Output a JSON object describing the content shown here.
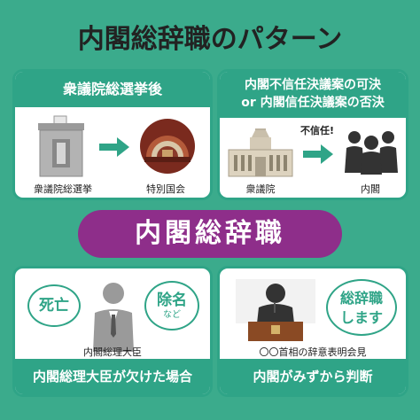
{
  "title": "内閣総辞職のパターン",
  "center_label": "内閣総辞職",
  "panels": {
    "top_left": {
      "heading": "衆議院総選挙後",
      "left_caption": "衆議院総選挙",
      "right_caption": "特別国会"
    },
    "top_right": {
      "heading_line1": "内閣不信任決議案の可決",
      "heading_line2": "or 内閣信任決議案の否決",
      "left_caption": "衆議院",
      "arrow_label": "不信任!",
      "right_caption": "内閣"
    },
    "bottom_left": {
      "bubble_left": "死亡",
      "bubble_right": "除名",
      "bubble_right_small": "など",
      "caption": "内閣総理大臣",
      "footer": "内閣総理大臣が欠けた場合"
    },
    "bottom_right": {
      "bubble_line1": "総辞職",
      "bubble_line2": "します",
      "caption": "〇〇首相の辞意表明会見",
      "footer": "内閣がみずから判断"
    }
  },
  "colors": {
    "background": "#3bab8c",
    "accent": "#2fa487",
    "center": "#8e2e8a"
  }
}
